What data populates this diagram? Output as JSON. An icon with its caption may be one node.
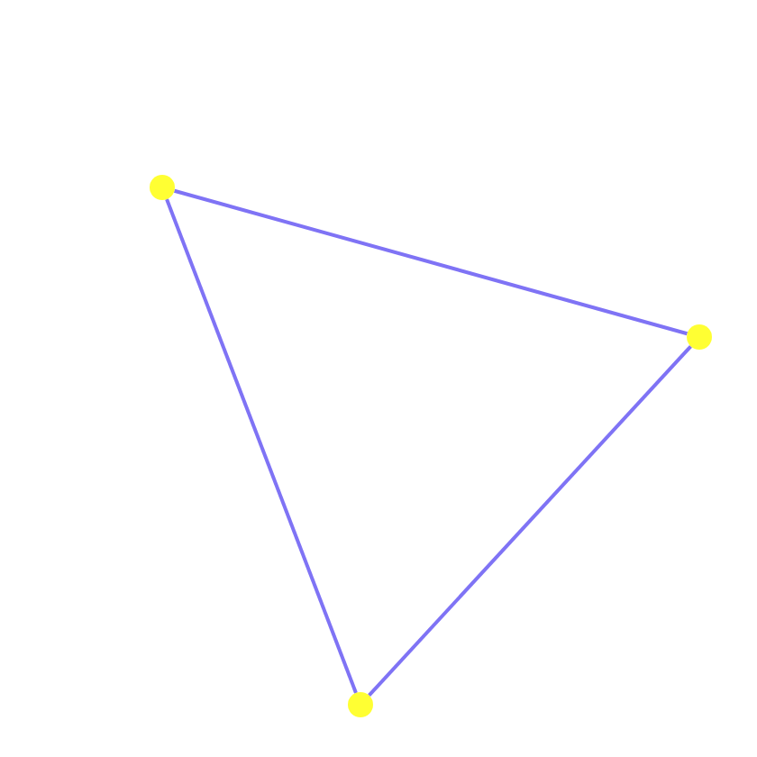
{
  "diagram": {
    "nodes": [
      {
        "text": [],
        "shape": "circle"
      },
      {
        "text": [],
        "shape": "circle"
      },
      {
        "text": [],
        "shape": "circle"
      }
    ],
    "edges": [
      {
        "from": 0,
        "to": 2,
        "arrow": "none"
      },
      {
        "from": 2,
        "to": 1,
        "arrow": "none"
      },
      {
        "from": 1,
        "to": 0,
        "arrow": "none"
      }
    ]
  }
}
